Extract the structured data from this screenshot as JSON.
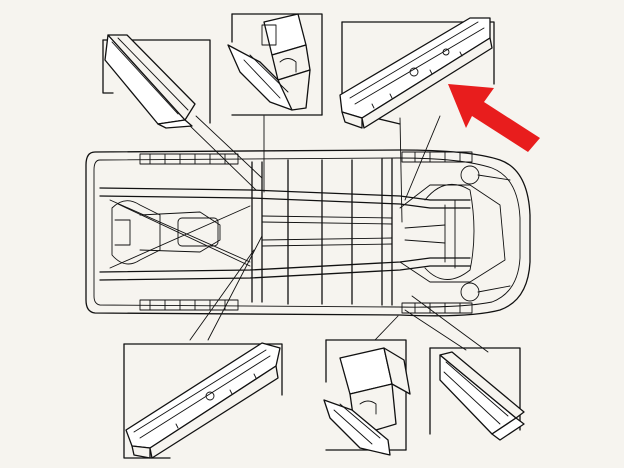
{
  "diagram": {
    "subject": "",
    "accent_color": "#e81d1d",
    "line_color": "#111111",
    "background_color": "#f6f4ef",
    "callouts": [
      {
        "part": "front-left-corner-panel-callout"
      },
      {
        "part": "top-center-box-section-callout"
      },
      {
        "part": "top-right-longitudinal-rail-callout"
      },
      {
        "part": "bottom-left-longitudinal-rail-callout"
      },
      {
        "part": "bottom-center-box-section-callout"
      },
      {
        "part": "bottom-right-corner-panel-callout"
      }
    ],
    "pointer": {
      "icon": "red-arrow-icon",
      "points_to": "top-right-longitudinal-rail-callout"
    }
  }
}
